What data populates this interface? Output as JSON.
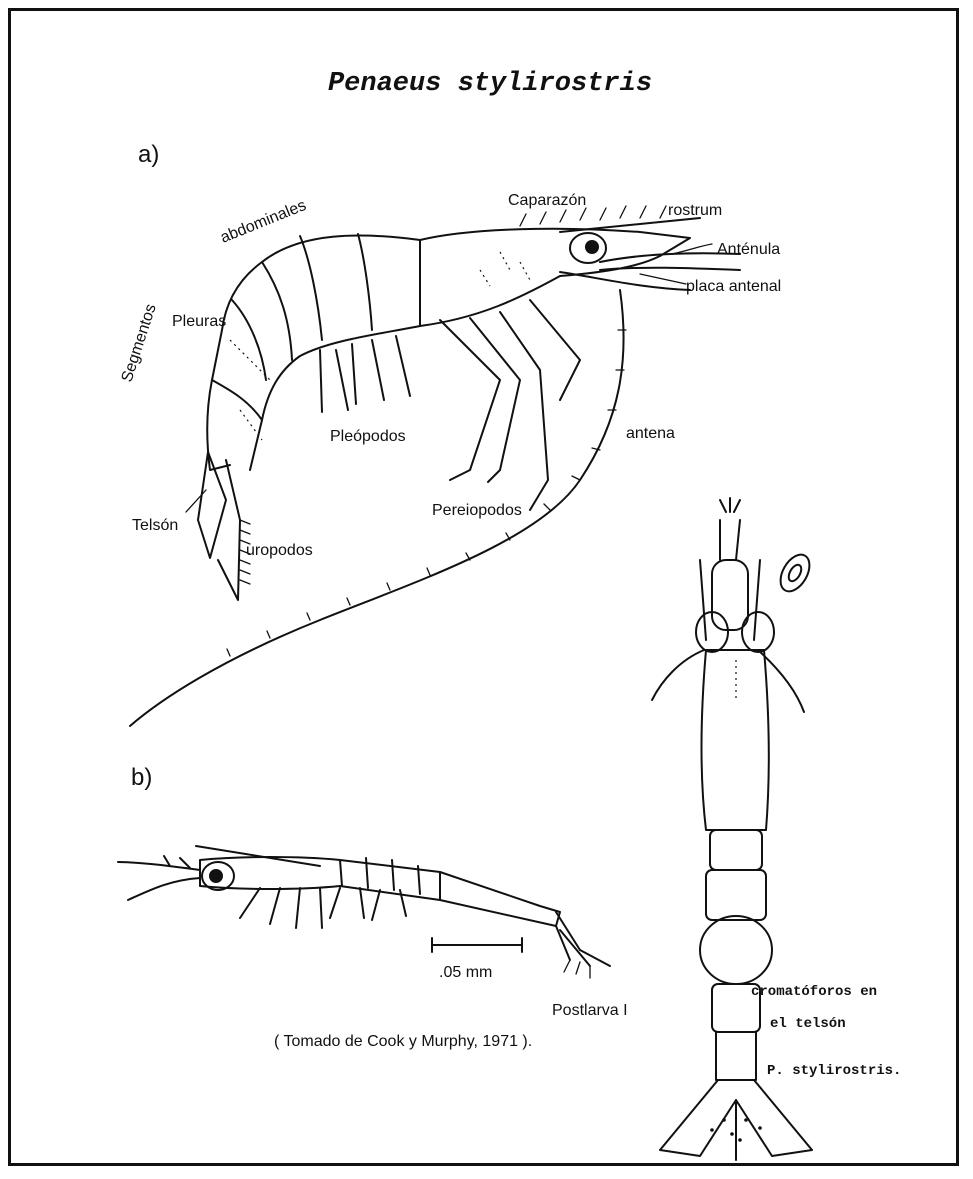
{
  "title": "Penaeus stylirostris",
  "panel_a": {
    "label": "a)",
    "parts": {
      "abdominales": "abdominales",
      "segmentos": "Segmentos",
      "pleuras": "Pleuras",
      "caparazon": "Caparazón",
      "rostrum": "rostrum",
      "antenula": "Anténula",
      "placa_antenal": "placa antenal",
      "antena": "antena",
      "pleopodos": "Pleópodos",
      "pereiopodos": "Pereiopodos",
      "telson": "Telsón",
      "uropodos": "uropodos"
    }
  },
  "panel_b": {
    "label": "b)",
    "scale": ".05 mm",
    "stage": "Postlarva I",
    "citation": "( Tomado de  Cook y Murphy, 1971 )."
  },
  "dorsal": {
    "caption_1": "cromatóforos en",
    "caption_2": "el telsón",
    "caption_3": "P. stylirostris."
  }
}
